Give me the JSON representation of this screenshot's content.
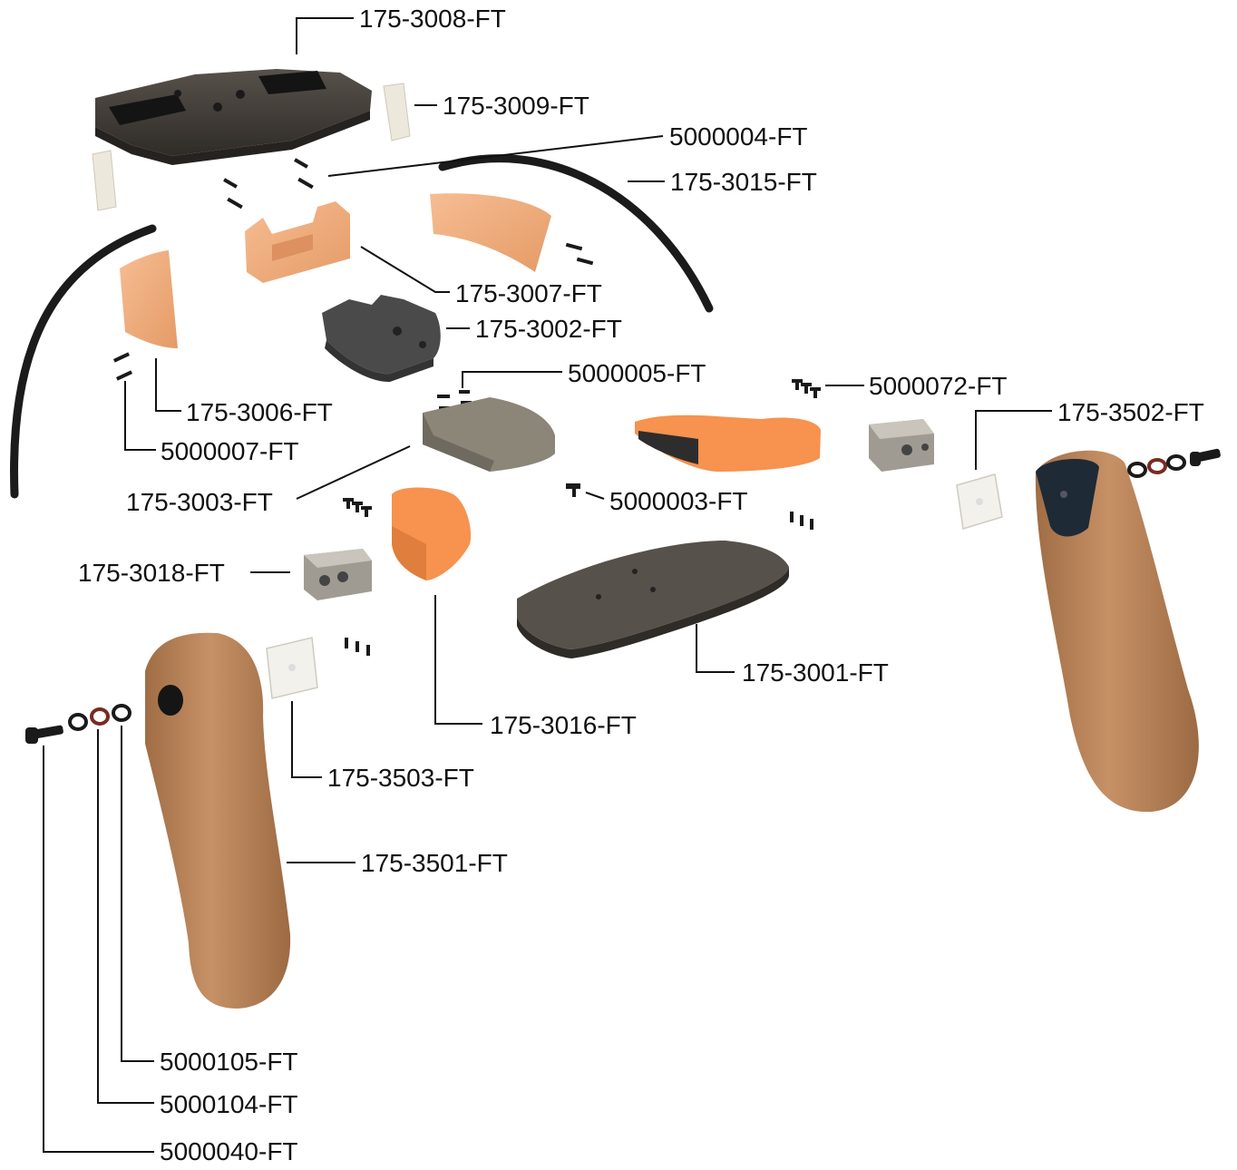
{
  "labels": {
    "p3008": "175-3008-FT",
    "p3009": "175-3009-FT",
    "p5000004": "5000004-FT",
    "p3015": "175-3015-FT",
    "p3007": "175-3007-FT",
    "p3002": "175-3002-FT",
    "p5000005": "5000005-FT",
    "p5000072": "5000072-FT",
    "p3502": "175-3502-FT",
    "p3006": "175-3006-FT",
    "p5000007": "5000007-FT",
    "p3003": "175-3003-FT",
    "p5000003": "5000003-FT",
    "p3018": "175-3018-FT",
    "p3001": "175-3001-FT",
    "p3016": "175-3016-FT",
    "p3503": "175-3503-FT",
    "p3501": "175-3501-FT",
    "p5000105": "5000105-FT",
    "p5000104": "5000104-FT",
    "p5000040": "5000040-FT"
  },
  "colors": {
    "dark_plate": "#3f3a35",
    "orange_part": "#f0a978",
    "bright_orange": "#f7924f",
    "gray_block": "#4a4a4a",
    "metal_strap": "#8c8678",
    "tan_grip": "#b9845a",
    "clear_pad": "#f2f1ec",
    "cable": "#1b1b1b",
    "washer_red": "#7a2a22"
  }
}
